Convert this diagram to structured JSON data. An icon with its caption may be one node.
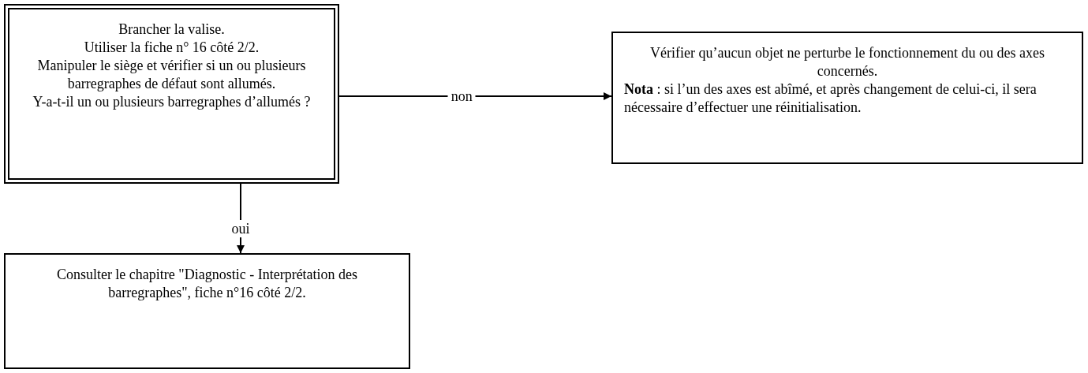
{
  "diagram": {
    "nodes": [
      {
        "text": [
          "Brancher la valise.",
          "Utiliser la fiche n° 16 côté 2/2.",
          "Manipuler le siège et vérifier si un ou plusieurs barregraphes de défaut sont allumés.",
          "Y-a-t-il un ou plusieurs barregraphes d’allumés ?"
        ]
      },
      {
        "text": [
          "Vérifier qu’aucun objet ne perturbe le fonctionnement du ou des axes concernés.",
          "**Nota** : si l’un des axes est abîmé, et après changement de celui-ci, il sera nécessaire d’effectuer une réinitialisation."
        ]
      },
      {
        "text": [
          "Consulter le chapitre \"Diagnostic - Interprétation des barregraphes\", fiche n°16 côté 2/2."
        ]
      }
    ],
    "edges": [
      {
        "from": 0,
        "to": 1,
        "arrow": "to",
        "label": "non"
      },
      {
        "from": 0,
        "to": 2,
        "arrow": "to",
        "label": "oui"
      }
    ]
  }
}
